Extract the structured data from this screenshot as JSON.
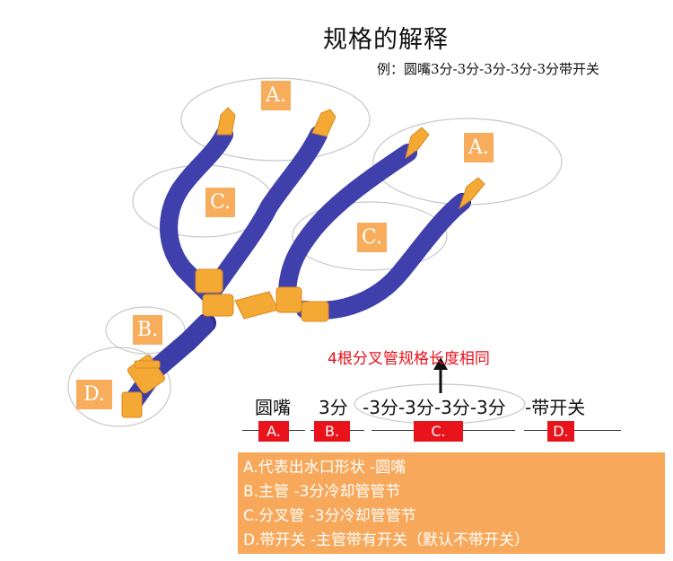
{
  "title": "规格的解释",
  "example": "例：圆嘴3分-3分-3分-3分-3分带开关",
  "labels": {
    "a": "A.",
    "b": "B.",
    "c": "C.",
    "d": "D."
  },
  "note": "4根分叉管规格长度相同",
  "spec_row": {
    "nozzle": "圆嘴",
    "main": "3分",
    "branches": "-3分-3分-3分-3分",
    "switch": "-带开关"
  },
  "spec_tags": {
    "a": "A.",
    "b": "B.",
    "c": "C.",
    "d": "D."
  },
  "legend": [
    "A.代表出水口形状 -圆嘴",
    "B.主管  -3分冷却管管节",
    "C.分叉管  -3分冷却管管节",
    "D.带开关 -主管带有开关（默认不带开关）"
  ],
  "colors": {
    "hose": "#2a2a8c",
    "fitting": "#f5a935",
    "tag": "#f7ad5b",
    "red_tag": "#e8131b",
    "note_text": "#e8101c",
    "legend_bg": "#f7a85a"
  }
}
